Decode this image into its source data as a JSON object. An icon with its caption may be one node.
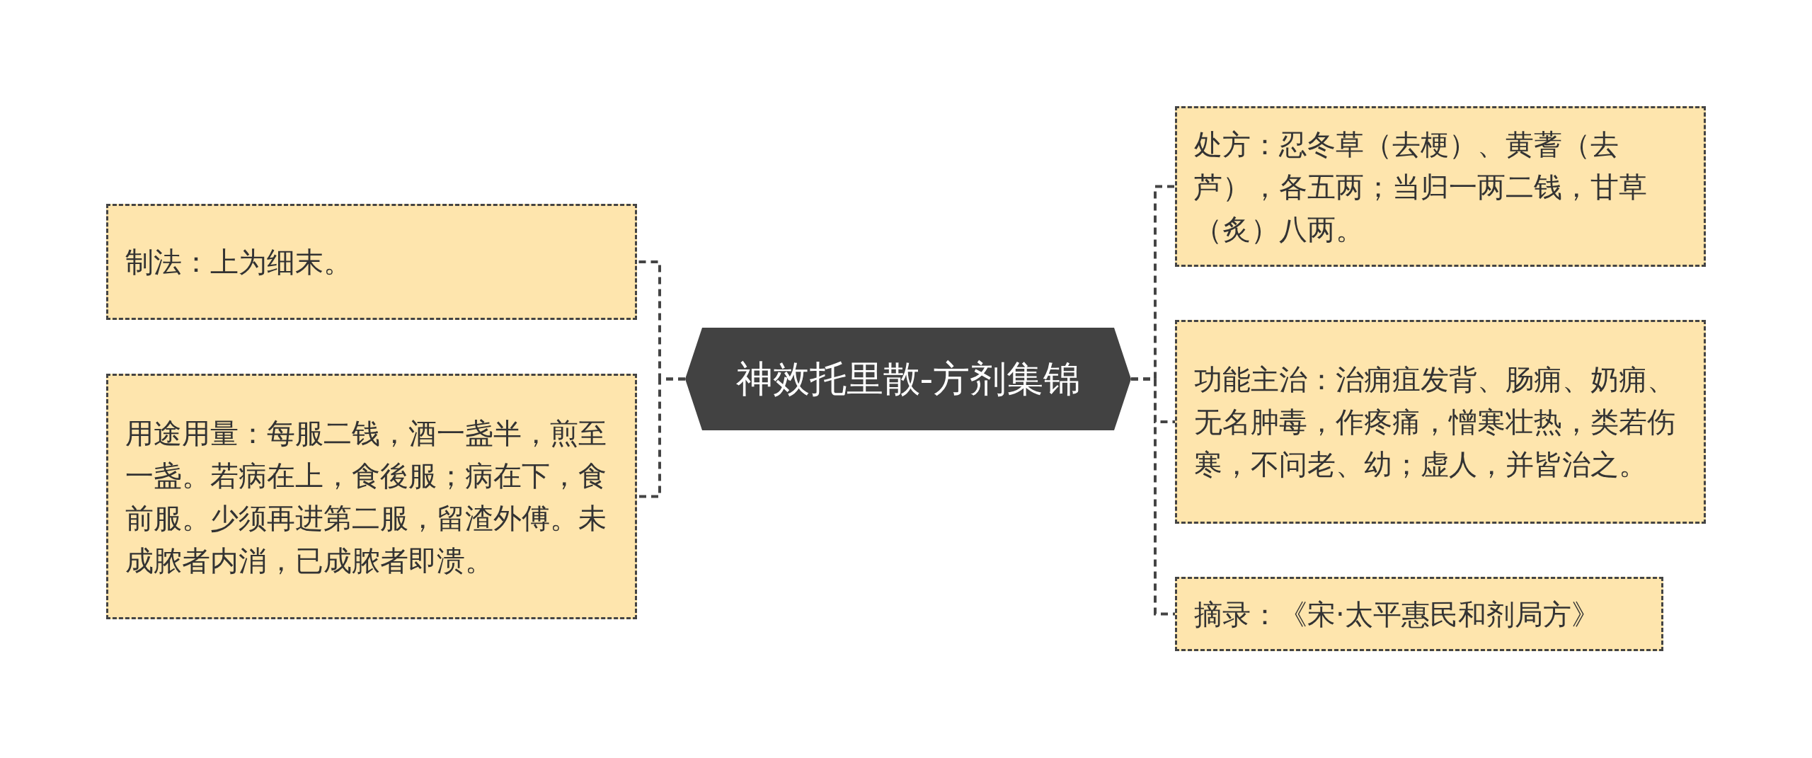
{
  "diagram": {
    "nodes": [
      {
        "text": [
          "神效托里散-方剂集锦"
        ]
      },
      {
        "text": [
          "制法：上为细末。"
        ]
      },
      {
        "text": [
          "用途用量：每服二钱，酒一盏半，煎至一盏。若病在上，食後服；病在下，食前服。少须再进第二服，留渣外傅。未成脓者内消，已成脓者即溃。"
        ]
      },
      {
        "text": [
          "处方：忍冬草（去梗）、黄蓍（去芦），各五两；当归一两二钱，甘草（炙）八两。"
        ]
      },
      {
        "text": [
          "功能主治：治痈疽发背、肠痈、奶痈、无名肿毒，作疼痛，憎寒壮热，类若伤寒，不问老、幼；虚人，并皆治之。"
        ]
      },
      {
        "text": [
          "摘录：《宋·太平惠民和剂局方》"
        ]
      }
    ],
    "edges": [
      {
        "from": 0,
        "to": 1,
        "arrow": "none"
      },
      {
        "from": 0,
        "to": 2,
        "arrow": "none"
      },
      {
        "from": 0,
        "to": 3,
        "arrow": "none"
      },
      {
        "from": 0,
        "to": 4,
        "arrow": "none"
      },
      {
        "from": 0,
        "to": 5,
        "arrow": "none"
      }
    ]
  }
}
